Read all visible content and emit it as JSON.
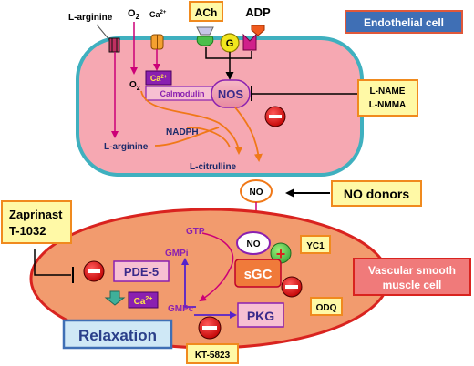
{
  "labels": {
    "l_arginine_top": "L-arginine",
    "o2_top": "O",
    "o2_top_sub": "2",
    "ca_top": "Ca",
    "ca_top_sup": "2+",
    "ach": "ACh",
    "adp": "ADP",
    "endothelial_cell": "Endothelial cell",
    "g_protein": "G",
    "ca_box": "Ca",
    "ca_box_sup": "2+",
    "o2_inner": "O",
    "o2_inner_sub": "2",
    "calmodulin": "Calmodulin",
    "nos": "NOS",
    "l_name": "L-NAME",
    "l_nmma": "L-NMMA",
    "nadph": "NADPH",
    "l_arginine_inner": "L-arginine",
    "l_citrulline": "L-citrulline",
    "no_outside": "NO",
    "no_donors": "NO donors",
    "zaprinast": "Zaprinast",
    "t1032": "T-1032",
    "gtp": "GTP",
    "no_inner": "NO",
    "yc1": "YC1",
    "gmpi": "GMPi",
    "pde5": "PDE-5",
    "sgc": "sGC",
    "vascular_smooth_muscle_cell_1": "Vascular smooth",
    "vascular_smooth_muscle_cell_2": "muscle cell",
    "ca_smc": "Ca",
    "ca_smc_sup": "2+",
    "gmpc": "GMPc",
    "odq": "ODQ",
    "pkg": "PKG",
    "relaxation": "Relaxation",
    "kt5823": "KT-5823",
    "plus": "+"
  },
  "colors": {
    "endothelial_fill": "#f6a8b2",
    "endothelial_stroke": "#3fb0bf",
    "smc_fill": "#f29b6e",
    "smc_stroke": "#d9231f",
    "yellow_box": "#fff9a6",
    "magenta_arrow": "#cc0077",
    "orange_arrow": "#f07818",
    "purple_arrow": "#5522cc",
    "inhibitor_red": "#e41e1e",
    "label_box_blue": "#3f6fb5",
    "relaxation_box": "#cfe8f6"
  }
}
